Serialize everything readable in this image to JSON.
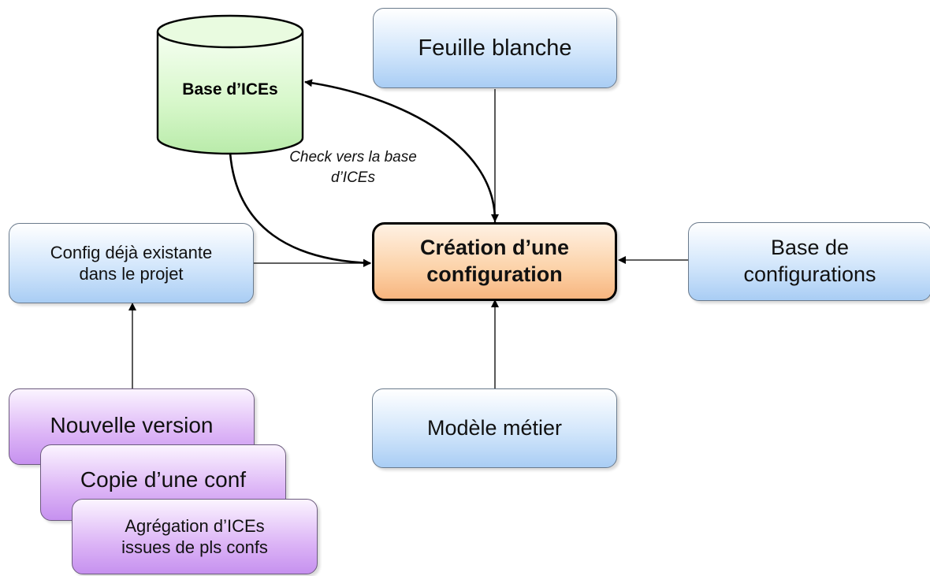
{
  "nodes": {
    "base_ices": "Base d’ICEs",
    "feuille_blanche": "Feuille blanche",
    "config_existante": "Config déjà existante dans le projet",
    "creation": "Création d’une configuration",
    "base_configurations": "Base de configurations",
    "modele_metier": "Modèle métier",
    "nouvelle_version": "Nouvelle version",
    "copie_conf": "Copie d’une conf",
    "agregation": "Agrégation d’ICEs issues de pls confs"
  },
  "edge_labels": {
    "check": "Check vers la base d’ICEs"
  },
  "colors": {
    "box_blue": "#a9cdf4",
    "box_purple": "#c691ef",
    "box_orange": "#f7b57f",
    "cylinder_green": "#cdf5bf",
    "edge": "#000000"
  }
}
